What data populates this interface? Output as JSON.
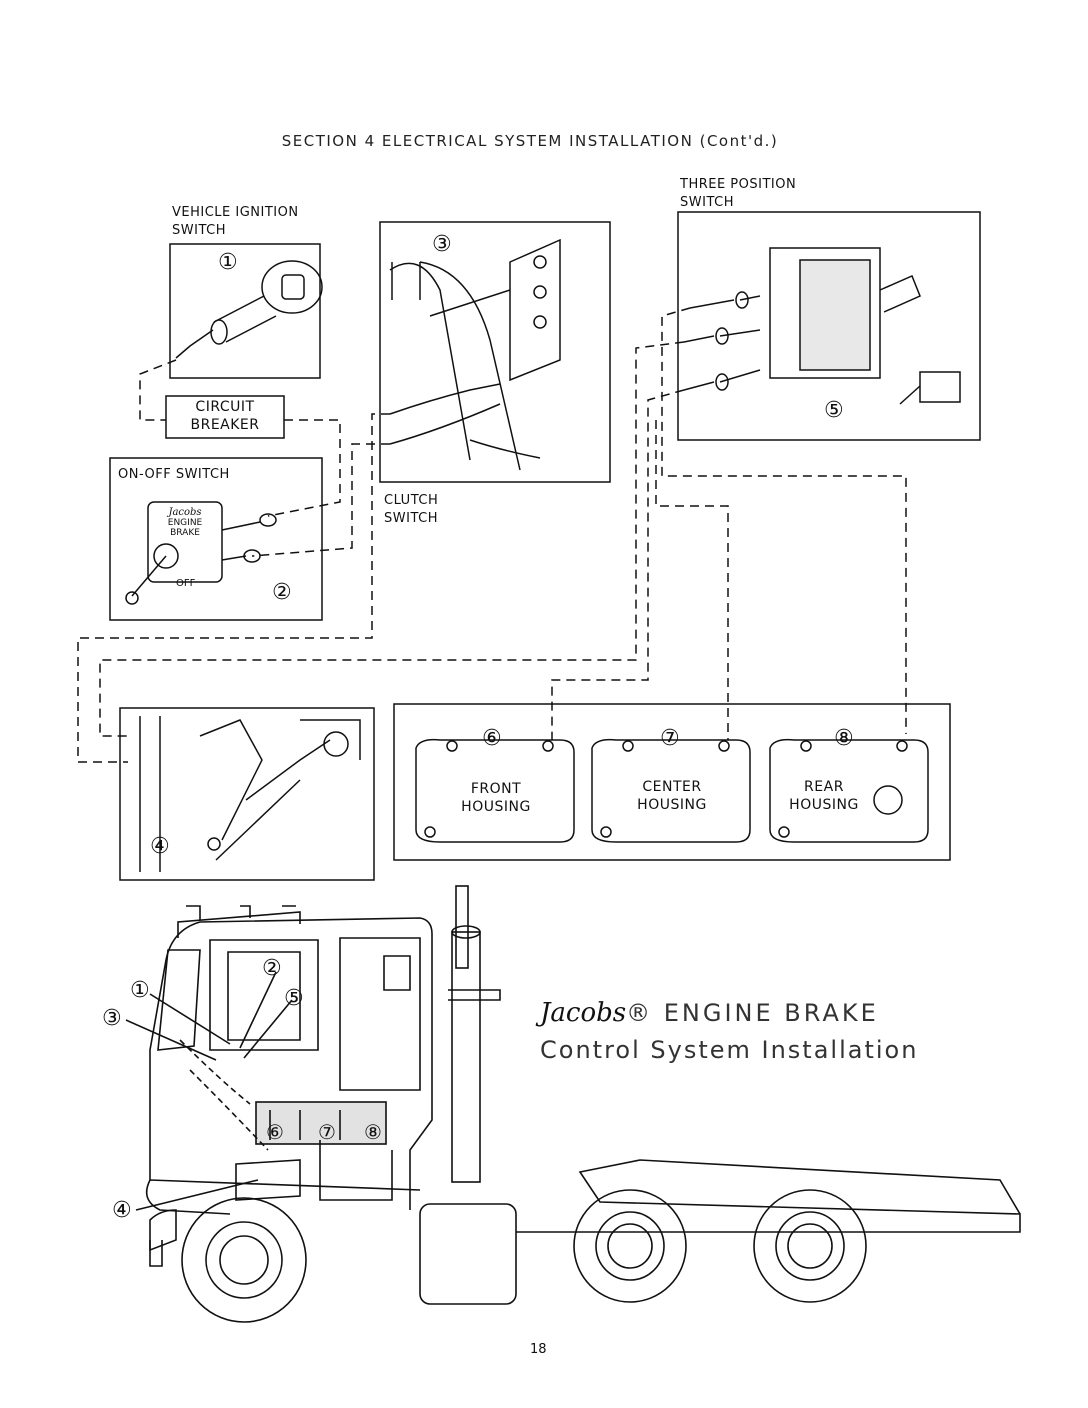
{
  "header": {
    "title": "SECTION 4 ELECTRICAL SYSTEM INSTALLATION (Cont'd.)"
  },
  "labels": {
    "ignition": [
      "VEHICLE IGNITION",
      "SWITCH"
    ],
    "three_position": [
      "THREE POSITION",
      "SWITCH"
    ],
    "circuit_breaker": [
      "CIRCUIT",
      "BREAKER"
    ],
    "on_off": "ON-OFF SWITCH",
    "clutch": [
      "CLUTCH",
      "SWITCH"
    ],
    "front_housing": [
      "FRONT",
      "HOUSING"
    ],
    "center_housing": [
      "CENTER",
      "HOUSING"
    ],
    "rear_housing": [
      "REAR",
      "HOUSING"
    ]
  },
  "switch_face": {
    "brand": "Jacobs",
    "line1": "ENGINE",
    "line2": "BRAKE",
    "off": "OFF"
  },
  "callouts": [
    "①",
    "②",
    "③",
    "④",
    "⑤",
    "⑥",
    "⑦",
    "⑧"
  ],
  "title": {
    "brand": "Jacobs",
    "line1": "® ENGINE BRAKE",
    "line2": "Control System Installation"
  },
  "page_number": "18"
}
